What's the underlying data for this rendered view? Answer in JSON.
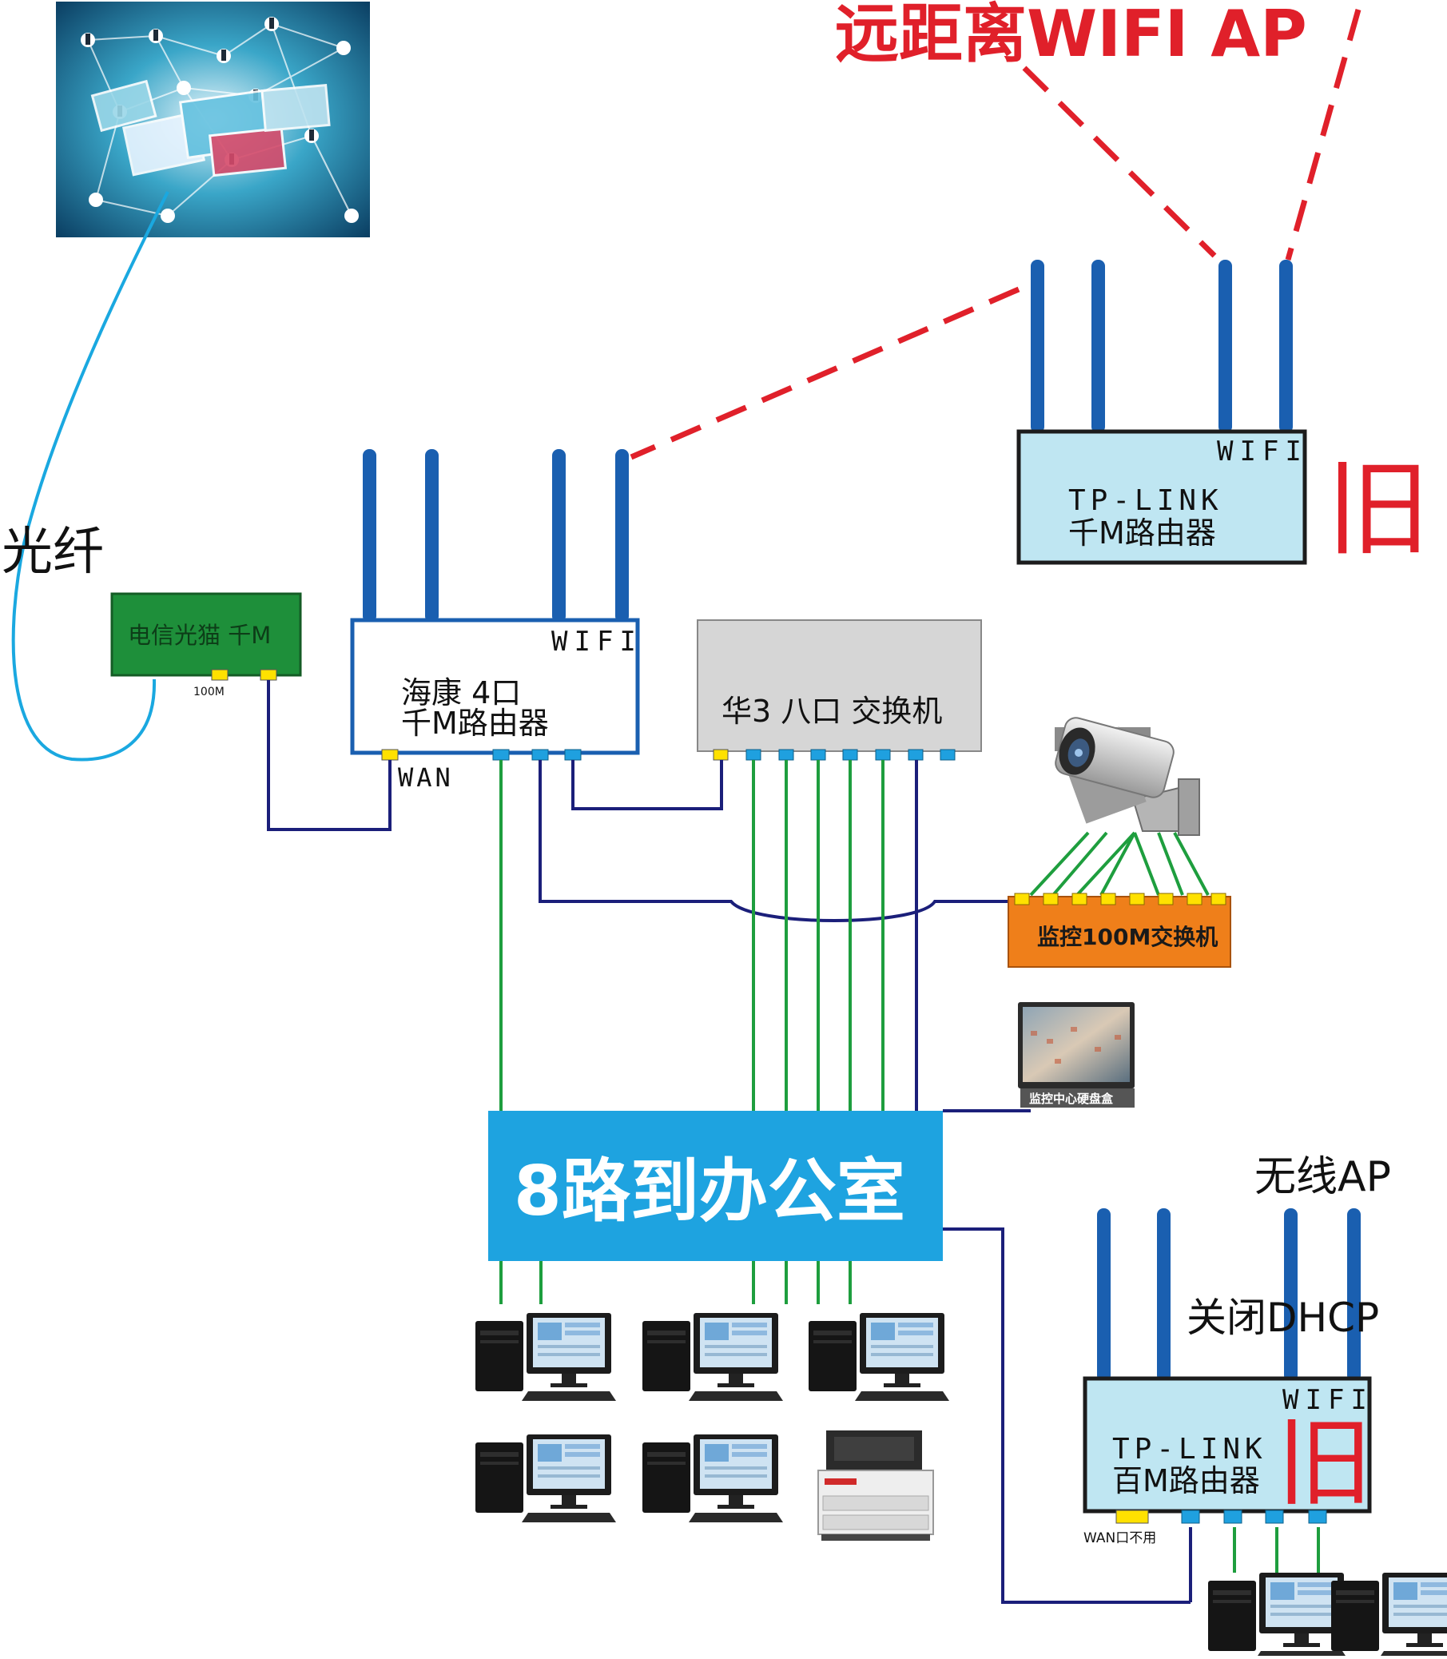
{
  "texts": {
    "remote_ap": "远距离WIFI AP",
    "fiber": "光纤",
    "modem_label": "电信光猫 千M",
    "modem_port_100m": "100M",
    "main_router_wifi": "WIFI",
    "main_router_line1": "海康 4口",
    "main_router_line2": "千M路由器",
    "main_router_wan": "WAN",
    "switch8_label": "华3 八口 交换机",
    "remote_router_wifi": "WIFI",
    "remote_router_line1": "TP-LINK",
    "remote_router_line2": "千M路由器",
    "old_mark_1": "旧",
    "monitor_switch_label": "监控100M交换机",
    "nvr_label": "监控中心硬盘盒",
    "office_label": "8路到办公室",
    "wireless_ap": "无线AP",
    "close_dhcp": "关闭DHCP",
    "ap_router_wifi": "WIFI",
    "ap_router_line1": "TP-LINK",
    "ap_router_line2": "百M路由器",
    "old_mark_2": "旧",
    "wan_unused": "WAN口不用"
  },
  "colors": {
    "antenna": "#1a5fb0",
    "fiber_cable": "#1aa8e0",
    "ethernet_dark": "#1b1f7a",
    "ethernet_green": "#1e9e3e",
    "wireless_link": "#e0202a",
    "modem_fill": "#1e8f3a",
    "router_light": "#bfe6f2",
    "router_border": "#1a5fb0",
    "switch_gray": "#d6d6d6",
    "monitor_switch": "#ef7f1a",
    "office_box": "#1ea3e0",
    "port_yellow": "#ffe100",
    "port_blue": "#1fa0df"
  },
  "icons": [
    "internet-cloud-picture",
    "cctv-camera-icon",
    "nvr-monitor-icon",
    "desktop-pc-icon",
    "printer-icon"
  ]
}
